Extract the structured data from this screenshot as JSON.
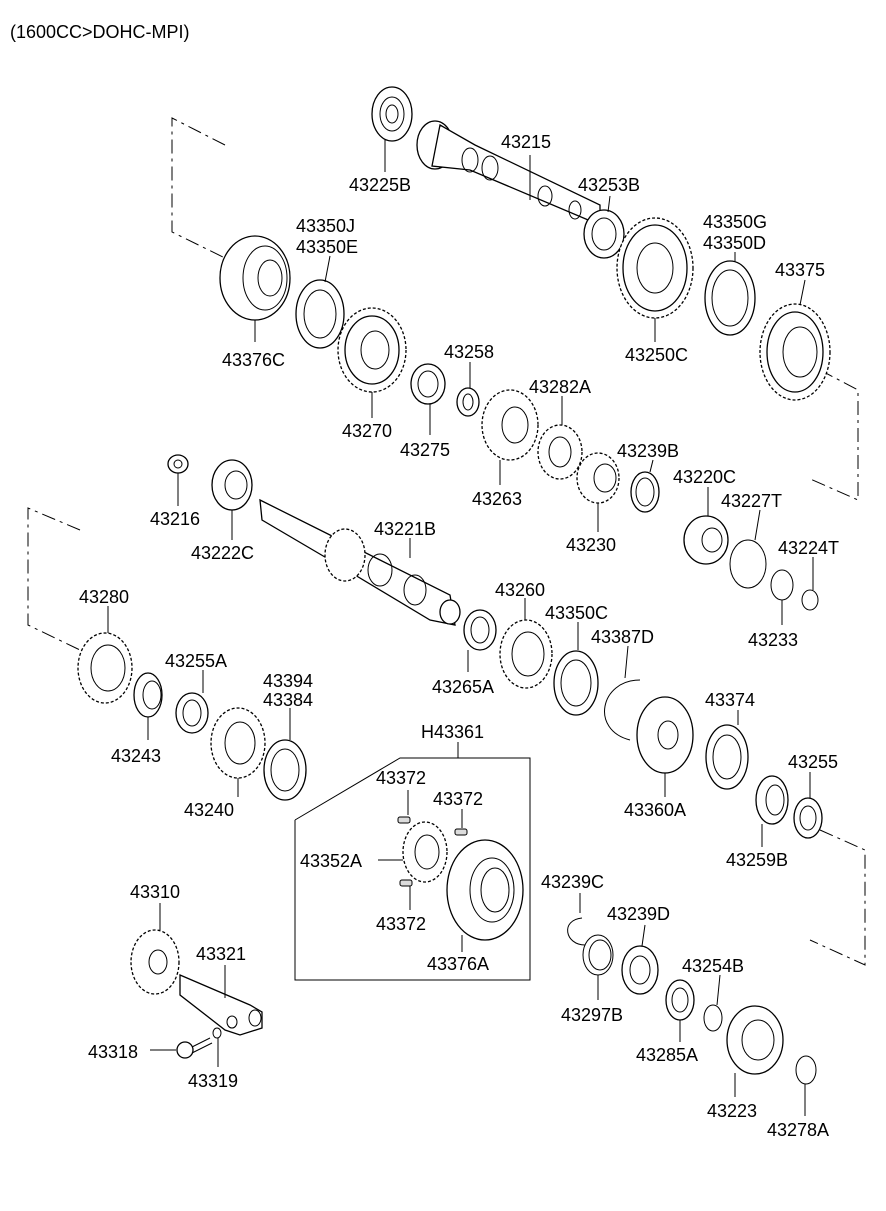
{
  "header": "(1600CC>DOHC-MPI)",
  "group_label": "H43361",
  "labels": {
    "43225B": "43225B",
    "43215": "43215",
    "43253B": "43253B",
    "43350J": "43350J",
    "43350E": "43350E",
    "43350G": "43350G",
    "43350D": "43350D",
    "43375": "43375",
    "43376C": "43376C",
    "43250C": "43250C",
    "43258": "43258",
    "43282A": "43282A",
    "43270": "43270",
    "43275": "43275",
    "43239B": "43239B",
    "43263": "43263",
    "43220C": "43220C",
    "43216": "43216",
    "43227T": "43227T",
    "43221B": "43221B",
    "43222C": "43222C",
    "43230": "43230",
    "43224T": "43224T",
    "43260": "43260",
    "43280": "43280",
    "43233": "43233",
    "43350C": "43350C",
    "43255A": "43255A",
    "43387D": "43387D",
    "43394": "43394",
    "43384": "43384",
    "43265A": "43265A",
    "43374": "43374",
    "43243": "43243",
    "H43361": "H43361",
    "43255": "43255",
    "43372a": "43372",
    "43372b": "43372",
    "43240": "43240",
    "43360A": "43360A",
    "43352A": "43352A",
    "43259B": "43259B",
    "43239C": "43239C",
    "43310": "43310",
    "43372c": "43372",
    "43239D": "43239D",
    "43321": "43321",
    "43376A": "43376A",
    "43254B": "43254B",
    "43297B": "43297B",
    "43318": "43318",
    "43285A": "43285A",
    "43319": "43319",
    "43223": "43223",
    "43278A": "43278A"
  },
  "colors": {
    "line": "#000000",
    "background": "#ffffff",
    "shade": "#dcdcdc"
  }
}
